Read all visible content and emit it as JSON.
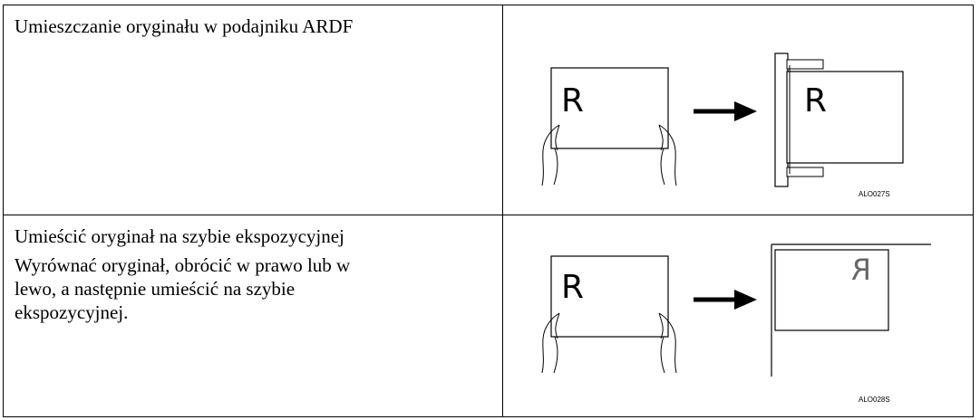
{
  "rows": [
    {
      "text": [
        "Umieszczanie oryginału w podajniku ARDF"
      ],
      "illustration": {
        "letter_front": "R",
        "letter_result": "R",
        "code": "ALO027S"
      }
    },
    {
      "text": [
        "Umieścić oryginał na szybie ekspozycyjnej",
        "Wyrównać oryginał, obrócić w prawo lub w lewo, a następnie umieścić na szybie ekspozycyjnej."
      ],
      "illustration": {
        "letter_front": "R",
        "letter_result": "R",
        "code": "ALO028S"
      }
    }
  ]
}
